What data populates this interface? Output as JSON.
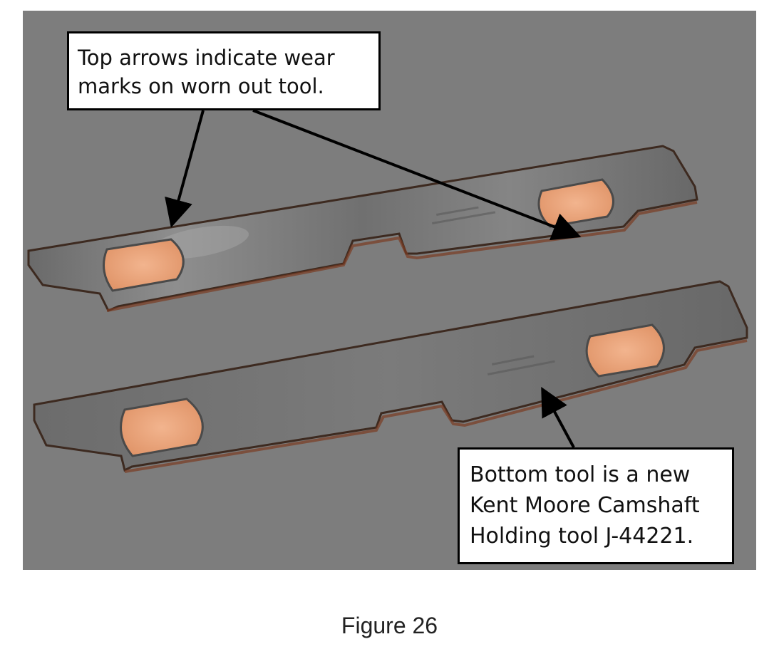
{
  "figure": {
    "caption": "Figure 26",
    "callout_top": {
      "lines": [
        "Top arrows indicate wear",
        "marks on worn out tool."
      ]
    },
    "callout_bottom": {
      "lines": [
        "Bottom tool is a new",
        "Kent Moore Camshaft",
        "Holding tool J-44221."
      ]
    }
  },
  "colors": {
    "photo_background": "#7d7d7d",
    "tool_steel": "#6f6f6f",
    "hole_copper": "#e8a07a"
  }
}
